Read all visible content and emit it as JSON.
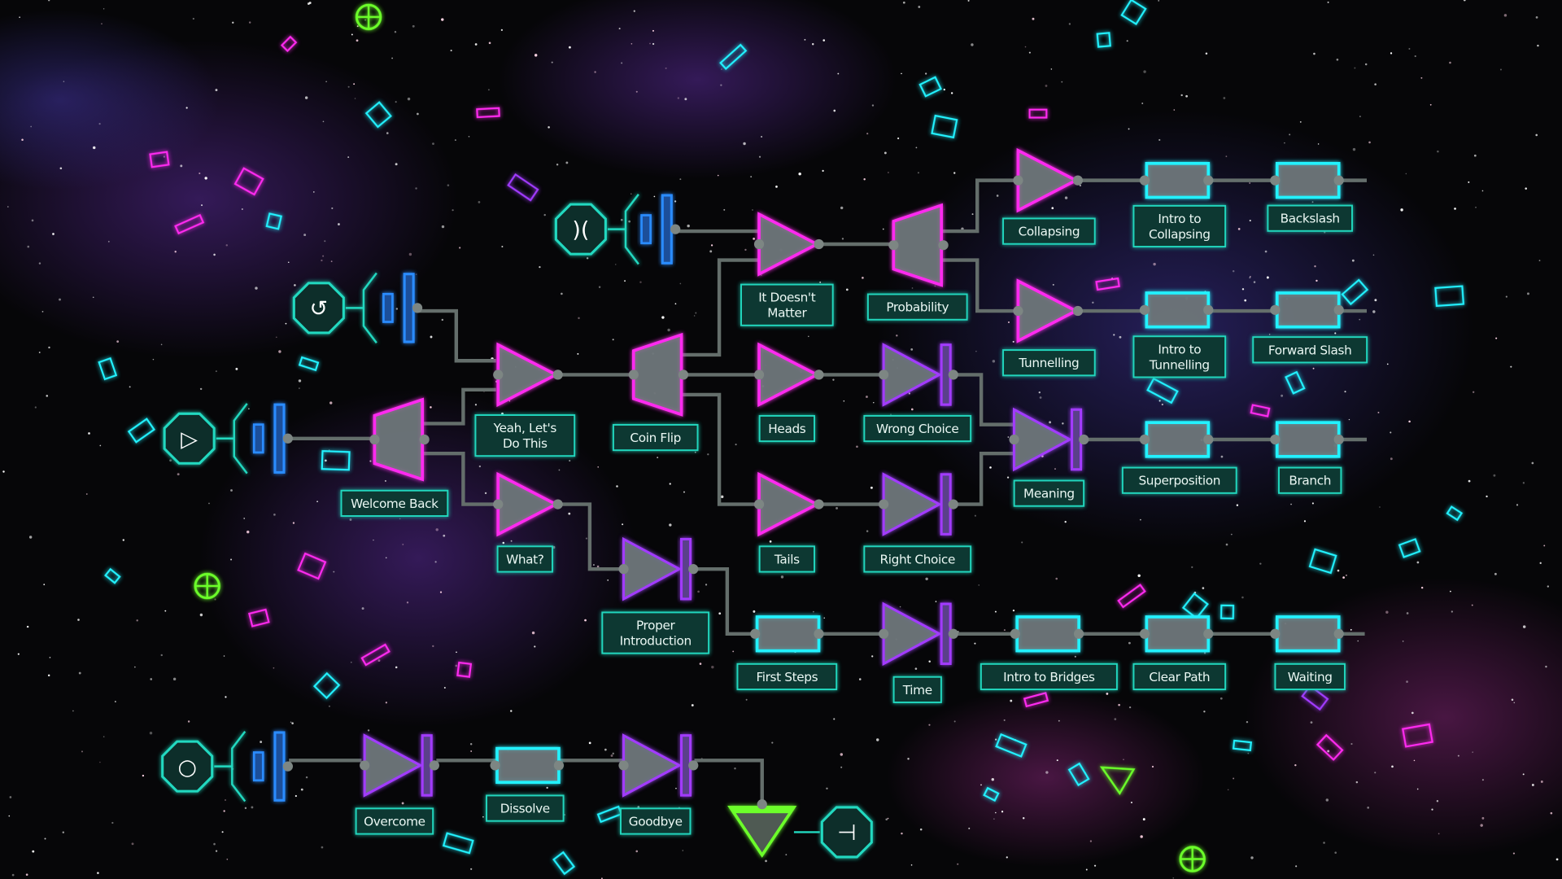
{
  "game": {
    "colors": {
      "label_fill": "#0c3832",
      "label_border": "#20d6bd",
      "magenta": "#ff2bf0",
      "purple": "#a23bff",
      "cyan": "#22f2ff",
      "blue": "#2a8cff",
      "green": "#6cff2a",
      "wire": "#646e6b"
    },
    "levels": [
      {
        "kind": "trap",
        "lines": [
          "Welcome Back"
        ]
      },
      {
        "kind": "tri",
        "lines": [
          "Yeah, Let's",
          "Do This"
        ]
      },
      {
        "kind": "tri",
        "lines": [
          "What?"
        ]
      },
      {
        "kind": "trap",
        "lines": [
          "Coin Flip"
        ]
      },
      {
        "kind": "tri",
        "lines": [
          "It Doesn't",
          "Matter"
        ]
      },
      {
        "kind": "tri",
        "lines": [
          "Heads"
        ]
      },
      {
        "kind": "tri",
        "lines": [
          "Tails"
        ]
      },
      {
        "kind": "trap",
        "lines": [
          "Probability"
        ]
      },
      {
        "kind": "tribar",
        "lines": [
          "Wrong Choice"
        ]
      },
      {
        "kind": "tribar",
        "lines": [
          "Right Choice"
        ]
      },
      {
        "kind": "tribar",
        "lines": [
          "Proper",
          "Introduction"
        ]
      },
      {
        "kind": "box",
        "lines": [
          "First Steps"
        ]
      },
      {
        "kind": "tribar",
        "lines": [
          "Time"
        ]
      },
      {
        "kind": "box",
        "lines": [
          "Intro to Bridges"
        ]
      },
      {
        "kind": "box",
        "lines": [
          "Clear Path"
        ]
      },
      {
        "kind": "box",
        "lines": [
          "Waiting"
        ]
      },
      {
        "kind": "tri",
        "lines": [
          "Collapsing"
        ]
      },
      {
        "kind": "tri",
        "lines": [
          "Tunnelling"
        ]
      },
      {
        "kind": "tribar",
        "lines": [
          "Meaning"
        ]
      },
      {
        "kind": "box",
        "lines": [
          "Intro to",
          "Collapsing"
        ]
      },
      {
        "kind": "box",
        "lines": [
          "Intro to",
          "Tunnelling"
        ]
      },
      {
        "kind": "box",
        "lines": [
          "Superposition"
        ]
      },
      {
        "kind": "box",
        "lines": [
          "Backslash"
        ]
      },
      {
        "kind": "box",
        "lines": [
          "Forward Slash"
        ]
      },
      {
        "kind": "box",
        "lines": [
          "Branch"
        ]
      },
      {
        "kind": "tribar",
        "lines": [
          "Overcome"
        ]
      },
      {
        "kind": "box",
        "lines": [
          "Dissolve"
        ]
      },
      {
        "kind": "tribar",
        "lines": [
          "Goodbye"
        ]
      }
    ],
    "start_nodes": [
      {
        "icon": "bracket-icon",
        "glyph": ")("
      },
      {
        "icon": "restart-icon",
        "glyph": "↺"
      },
      {
        "icon": "play-icon",
        "glyph": "▷"
      },
      {
        "icon": "target-icon",
        "glyph": "○"
      }
    ],
    "exit_node": {
      "icon": "exit-icon",
      "glyph": "⊣"
    }
  }
}
